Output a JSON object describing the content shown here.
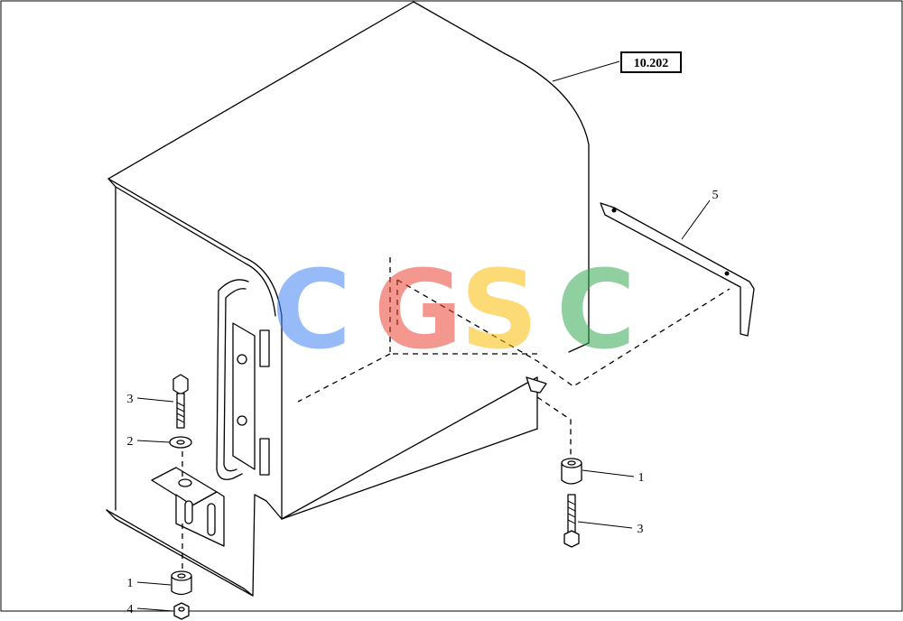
{
  "reference": {
    "label": "10.202"
  },
  "callouts": [
    {
      "id": "c5",
      "text": "5"
    },
    {
      "id": "c3a",
      "text": "3"
    },
    {
      "id": "c2",
      "text": "2"
    },
    {
      "id": "c1a",
      "text": "1"
    },
    {
      "id": "c4",
      "text": "4"
    },
    {
      "id": "c1b",
      "text": "1"
    },
    {
      "id": "c3b",
      "text": "3"
    }
  ],
  "watermark": {
    "letters": [
      "C",
      "G",
      "S",
      "C"
    ],
    "colors": [
      "#4285f4",
      "#ea4335",
      "#fbbc05",
      "#34a853"
    ]
  }
}
